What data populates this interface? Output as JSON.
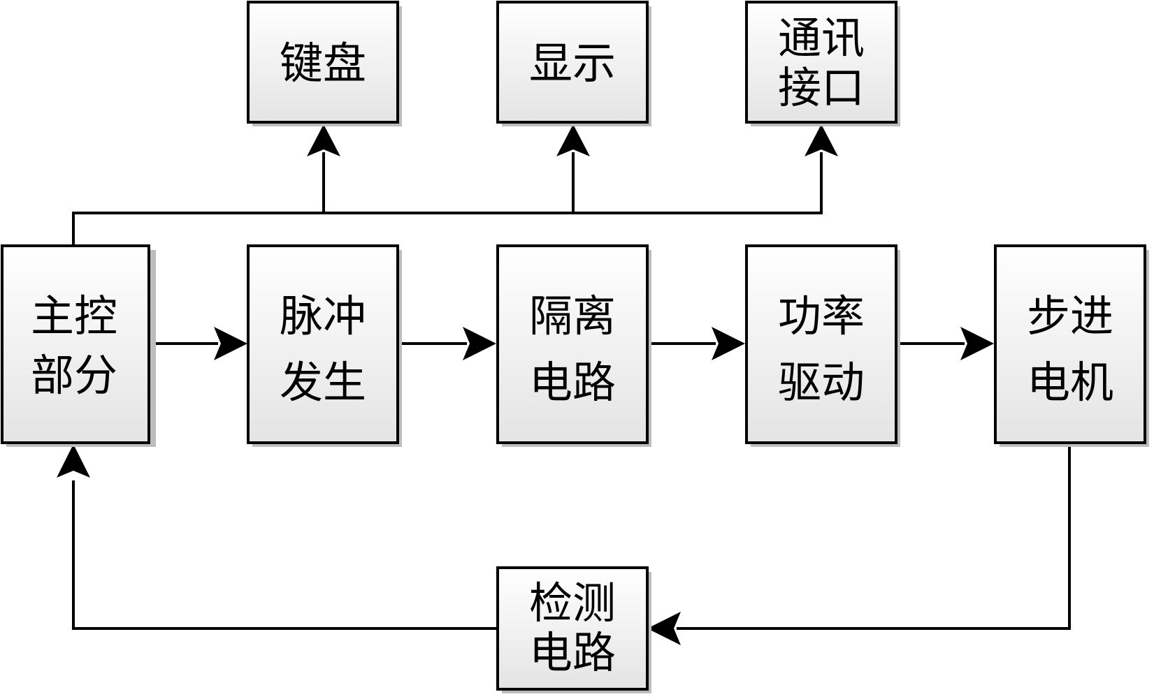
{
  "blocks": {
    "keyboard": {
      "line1": "键盘",
      "line2": ""
    },
    "display": {
      "line1": "显示",
      "line2": ""
    },
    "comm": {
      "line1": "通讯",
      "line2": "接口"
    },
    "main_control": {
      "line1": "主控",
      "line2": "部分"
    },
    "pulse_gen": {
      "line1": "脉冲",
      "line2": "发生"
    },
    "isolation": {
      "line1": "隔离",
      "line2": "电路"
    },
    "power_drive": {
      "line1": "功率",
      "line2": "驱动"
    },
    "stepper": {
      "line1": "步进",
      "line2": "电机"
    },
    "detection": {
      "line1": "检测",
      "line2": "电路"
    }
  },
  "connections": [
    {
      "from": "main_control",
      "to": "keyboard"
    },
    {
      "from": "main_control",
      "to": "display"
    },
    {
      "from": "main_control",
      "to": "comm"
    },
    {
      "from": "main_control",
      "to": "pulse_gen"
    },
    {
      "from": "pulse_gen",
      "to": "isolation"
    },
    {
      "from": "isolation",
      "to": "power_drive"
    },
    {
      "from": "power_drive",
      "to": "stepper"
    },
    {
      "from": "stepper",
      "to": "detection"
    },
    {
      "from": "detection",
      "to": "main_control"
    }
  ]
}
